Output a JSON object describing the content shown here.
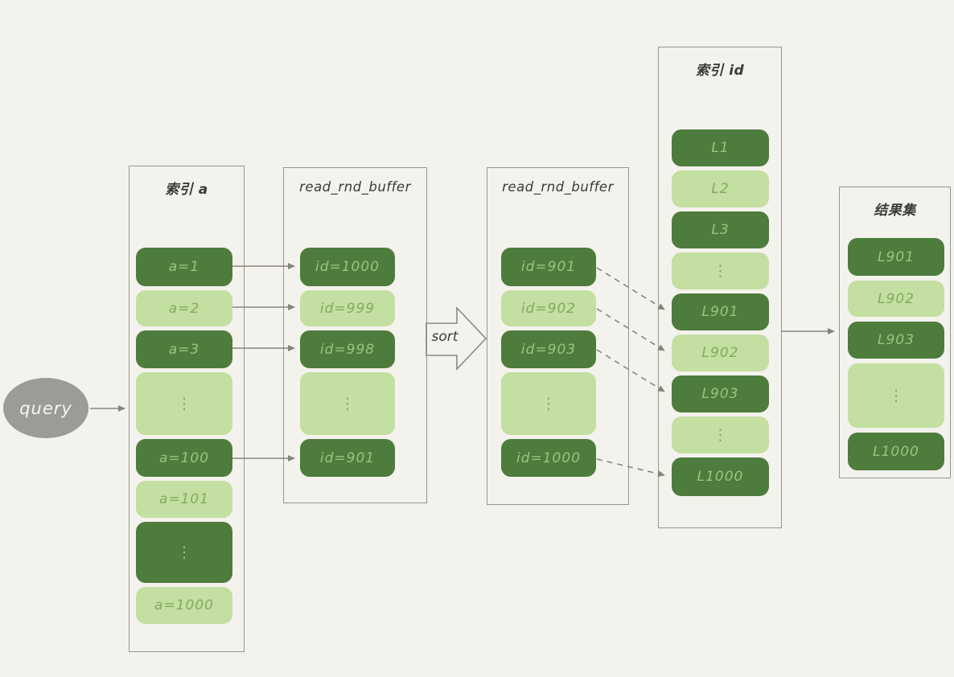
{
  "palette": {
    "background": "#f4f2ec",
    "cell_dark": "#4e7c3d",
    "cell_light": "#c3dfa1",
    "text_on_dark": "#9cc47c",
    "text_on_light": "#83aa60",
    "box_border": "#96958f",
    "arrow_gray": "#85857f",
    "query_ellipse": "#9c9b96"
  },
  "query": {
    "label": "query"
  },
  "sort": {
    "label": "sort"
  },
  "columns": [
    {
      "title": "索引 a",
      "cells": [
        {
          "text": "a=1",
          "tone": "dark"
        },
        {
          "text": "a=2",
          "tone": "light"
        },
        {
          "text": "a=3",
          "tone": "dark"
        },
        {
          "text": "⋮",
          "tone": "light"
        },
        {
          "text": "a=100",
          "tone": "dark"
        },
        {
          "text": "a=101",
          "tone": "light"
        },
        {
          "text": "⋮",
          "tone": "dark"
        },
        {
          "text": "a=1000",
          "tone": "light"
        }
      ]
    },
    {
      "title": "read_rnd_buffer",
      "cells": [
        {
          "text": "id=1000",
          "tone": "dark"
        },
        {
          "text": "id=999",
          "tone": "light"
        },
        {
          "text": "id=998",
          "tone": "dark"
        },
        {
          "text": "⋮",
          "tone": "light"
        },
        {
          "text": "id=901",
          "tone": "dark"
        }
      ]
    },
    {
      "title": "read_rnd_buffer",
      "cells": [
        {
          "text": "id=901",
          "tone": "dark"
        },
        {
          "text": "id=902",
          "tone": "light"
        },
        {
          "text": "id=903",
          "tone": "dark"
        },
        {
          "text": "⋮",
          "tone": "light"
        },
        {
          "text": "id=1000",
          "tone": "dark"
        }
      ]
    },
    {
      "title": "索引 id",
      "cells": [
        {
          "text": "L1",
          "tone": "dark"
        },
        {
          "text": "L2",
          "tone": "light"
        },
        {
          "text": "L3",
          "tone": "dark"
        },
        {
          "text": "⋮",
          "tone": "light"
        },
        {
          "text": "L901",
          "tone": "dark"
        },
        {
          "text": "L902",
          "tone": "light"
        },
        {
          "text": "L903",
          "tone": "dark"
        },
        {
          "text": "⋮",
          "tone": "light"
        },
        {
          "text": "L1000",
          "tone": "dark"
        }
      ]
    },
    {
      "title": "结果集",
      "cells": [
        {
          "text": "L901",
          "tone": "dark"
        },
        {
          "text": "L902",
          "tone": "light"
        },
        {
          "text": "L903",
          "tone": "dark"
        },
        {
          "text": "⋮",
          "tone": "light"
        },
        {
          "text": "L1000",
          "tone": "dark"
        }
      ]
    }
  ]
}
